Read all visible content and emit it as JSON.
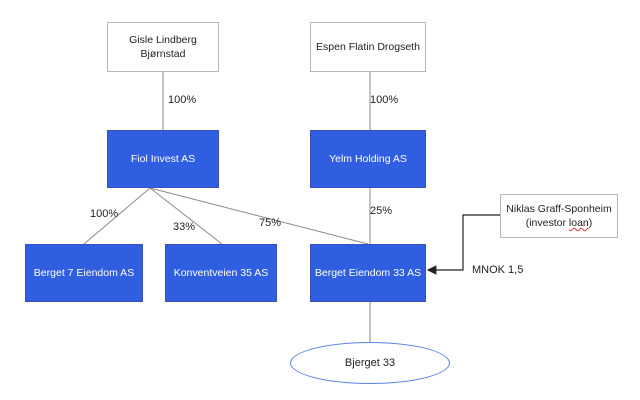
{
  "owners": {
    "gisle": {
      "line1": "Gisle Lindberg",
      "line2": "Bjørnstad"
    },
    "espen": {
      "label": "Espen Flatin Drogseth"
    },
    "niklas": {
      "line1": "Niklas Graff-Sponheim",
      "line2_prefix": "(investor ",
      "line2_underlined": "loan",
      "line2_suffix": ")"
    }
  },
  "companies": {
    "fiol": "Fiol Invest AS",
    "yelm": "Yelm Holding AS",
    "berget7": "Berget 7 Eiendom AS",
    "konventveien": "Konventveien 35 AS",
    "berget33": "Berget Eiendom 33 AS"
  },
  "property": {
    "bjerget": "Bjerget 33"
  },
  "edges": {
    "gisle_fiol": "100%",
    "espen_yelm": "100%",
    "fiol_berget7": "100%",
    "fiol_konventveien": "33%",
    "fiol_berget33": "75%",
    "yelm_berget33": "25%",
    "niklas_loan": "MNOK 1,5"
  },
  "colors": {
    "company_fill": "#2f5fe0",
    "line": "#8a8a8a",
    "arrow": "#222222"
  }
}
